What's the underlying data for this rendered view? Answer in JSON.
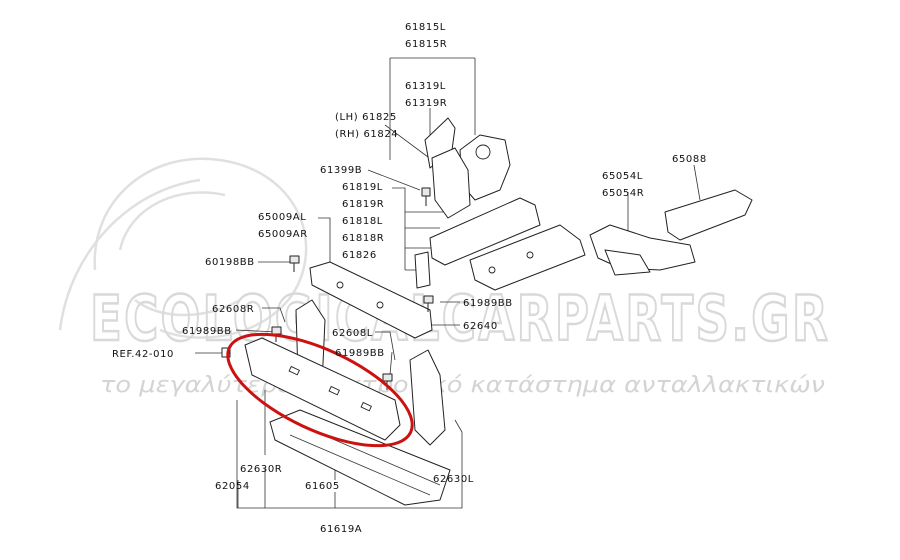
{
  "watermark": {
    "brand": "ECOLOGICALCARPARTS.GR",
    "tagline": "το μεγαλύτερο ηλεκτρονικό κατάστημα ανταλλακτικών"
  },
  "labels": {
    "p61815L": "61815L",
    "p61815R": "61815R",
    "p61319L": "61319L",
    "p61319R": "61319R",
    "p61825": "(LH) 61825",
    "p61824": "(RH) 61824",
    "p61399B": "61399B",
    "p61819L": "61819L",
    "p61819R": "61819R",
    "p65009AL": "65009AL",
    "p65009AR": "65009AR",
    "p61818L": "61818L",
    "p61818R": "61818R",
    "p61826": "61826",
    "p60198BB": "60198BB",
    "p65088": "65088",
    "p65054L": "65054L",
    "p65054R": "65054R",
    "p61989BB_r": "61989BB",
    "p62608R": "62608R",
    "p62640": "62640",
    "p61989BB_l": "61989BB",
    "p62608L": "62608L",
    "pREF": "REF.42-010",
    "p61989BB_m": "61989BB",
    "p62630R": "62630R",
    "p62054": "62054",
    "p61605": "61605",
    "p62630L": "62630L",
    "p61619A": "61619A"
  },
  "highlight_color": "#cc1111"
}
